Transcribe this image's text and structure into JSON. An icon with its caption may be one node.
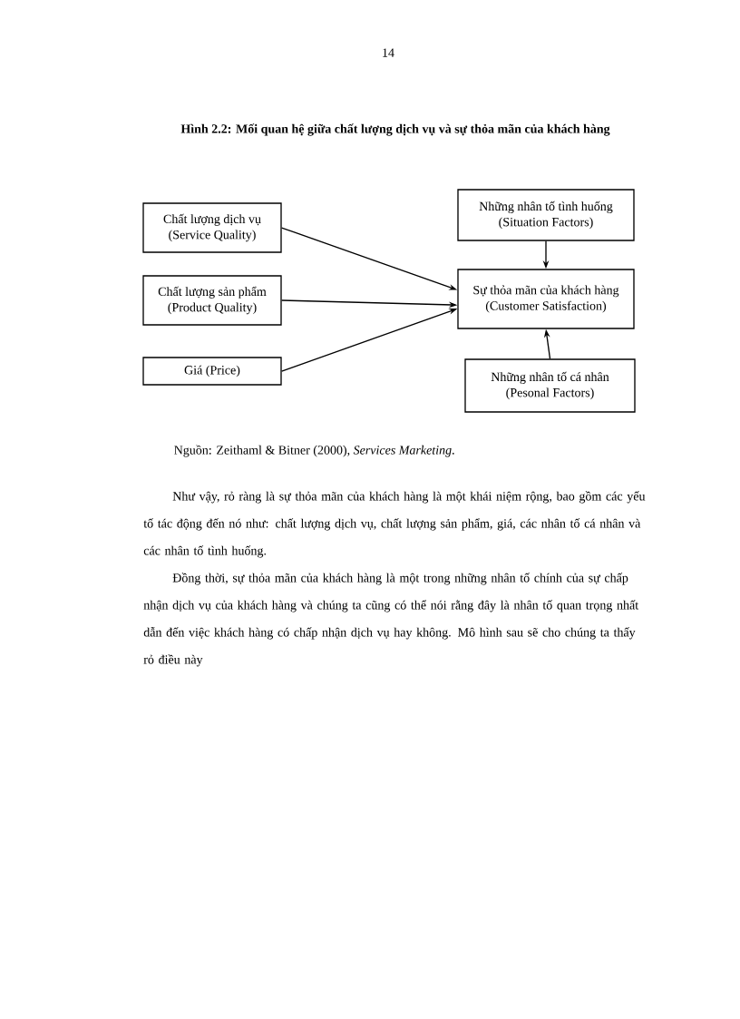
{
  "diagram": {
    "title": "Hình 2.2: Mối quan hệ giữa chất lượng dịch vụ và sự thỏa mãn của khách hàng",
    "nodes": [
      {
        "text": [
          "Chất lượng dịch vụ",
          "(Service Quality)"
        ]
      },
      {
        "text": [
          "Chất lượng sản phẩm",
          "(Product Quality)"
        ]
      },
      {
        "text": [
          "Giá (Price)"
        ]
      },
      {
        "text": [
          "Những nhân tố tình huống",
          "(Situation Factors)"
        ]
      },
      {
        "text": [
          "Sự thỏa mãn của khách hàng",
          "(Customer Satisfaction)"
        ]
      },
      {
        "text": [
          "Những nhân tố cá nhân",
          "(Pesonal Factors)"
        ]
      }
    ],
    "edges": [
      {
        "from": 0,
        "to": 4,
        "arrow": "to"
      },
      {
        "from": 1,
        "to": 4,
        "arrow": "to"
      },
      {
        "from": 2,
        "to": 4,
        "arrow": "to"
      },
      {
        "from": 3,
        "to": 4,
        "arrow": "to"
      },
      {
        "from": 5,
        "to": 4,
        "arrow": "to"
      }
    ],
    "labels": [
      "14",
      "Nguồn: Zeithaml & Bitner (2000), *Services Marketing*.",
      "Như vậy, rỏ ràng là sự thỏa mãn của khách hàng là một khái niệm rộng, bao gồm các yếu tố tác động đến nó như: chất lượng dịch vụ, chất lượng sản phẩm, giá, các nhân tố cá nhân và các nhân tố tình huống.",
      "Đồng thời, sự thỏa mãn của khách hàng là một trong những nhân tố chính của sự chấp nhận dịch vụ của khách hàng và chúng ta cũng có thể nói rằng đây là nhân tố quan trọng nhất dẫn đến việc khách hàng có chấp nhận dịch vụ hay không. Mô hình sau sẽ cho chúng ta thấy rỏ điều này"
    ]
  }
}
